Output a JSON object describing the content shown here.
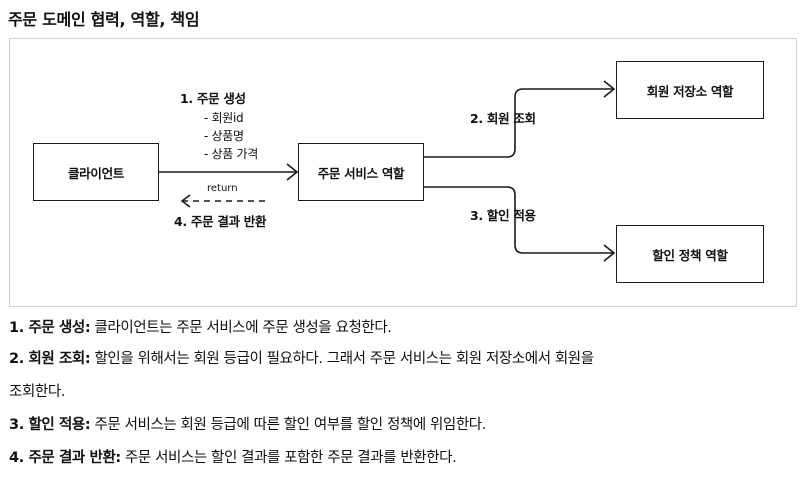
{
  "heading": "주문 도메인 협력, 역할, 책임",
  "diagram": {
    "nodes": {
      "client": "클라이언트",
      "order_service": "주문 서비스 역할",
      "member_repo": "회원 저장소 역할",
      "discount_policy": "할인 정책 역할"
    },
    "edges": {
      "create_order": {
        "label": "1. 주문 생성",
        "items": [
          "- 회원id",
          "- 상품명",
          "- 상품 가격"
        ]
      },
      "return_small": "return",
      "return_result": "4. 주문 결과 반환",
      "member_lookup": "2. 회원 조회",
      "apply_discount": "3. 할인 적용"
    }
  },
  "descriptions": [
    {
      "term": "1. 주문 생성:",
      "text": " 클라이언트는 주문 서비스에 주문 생성을 요청한다."
    },
    {
      "term": "2. 회원 조회:",
      "text": " 할인을 위해서는 회원 등급이 필요하다. 그래서 주문 서비스는 회원 저장소에서 회원을",
      "continued": "조회한다."
    },
    {
      "term": "3. 할인 적용:",
      "text": " 주문 서비스는 회원 등급에 따른 할인 여부를 할인 정책에 위임한다."
    },
    {
      "term": "4. 주문 결과 반환:",
      "text": " 주문 서비스는 할인 결과를 포함한 주문 결과를 반환한다."
    }
  ]
}
